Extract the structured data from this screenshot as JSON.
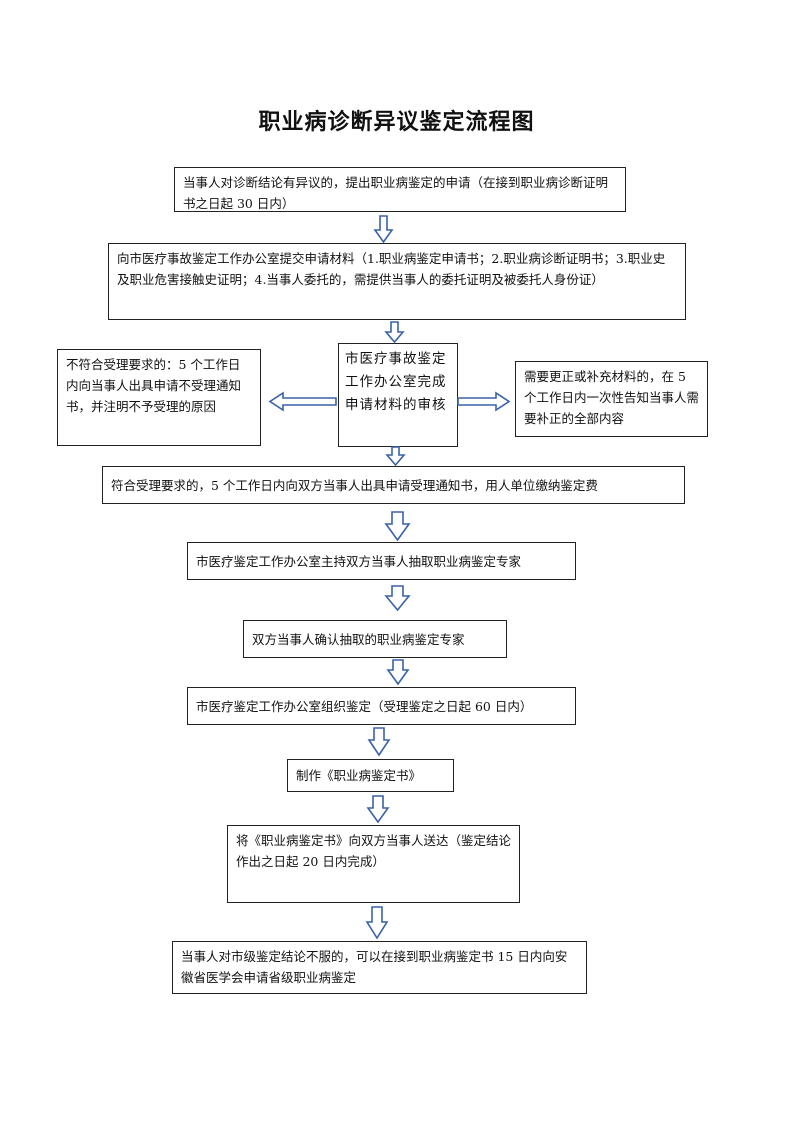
{
  "title": "职业病诊断异议鉴定流程图",
  "nodes": {
    "n1": "当事人对诊断结论有异议的，提出职业病鉴定的申请（在接到职业病诊断证明书之日起 30 日内）",
    "n2": "向市医疗事故鉴定工作办公室提交申请材料（1.职业病鉴定申请书；2.职业病诊断证明书；3.职业史及职业危害接触史证明；4.当事人委托的，需提供当事人的委托证明及被委托人身份证）",
    "n3": "市医疗事故鉴定工作办公室完成申请材料的审核",
    "n_left": "不符合受理要求的：5 个工作日内向当事人出具申请不受理通知书，并注明不予受理的原因",
    "n_right": "需要更正或补充材料的，在 5 个工作日内一次性告知当事人需要补正的全部内容",
    "n4": "符合受理要求的，5 个工作日内向双方当事人出具申请受理通知书，用人单位缴纳鉴定费",
    "n5": "市医疗鉴定工作办公室主持双方当事人抽取职业病鉴定专家",
    "n6": "双方当事人确认抽取的职业病鉴定专家",
    "n7": "市医疗鉴定工作办公室组织鉴定（受理鉴定之日起 60 日内）",
    "n8": "制作《职业病鉴定书》",
    "n9": "将《职业病鉴定书》向双方当事人送达（鉴定结论作出之日起 20 日内完成）",
    "n10": "当事人对市级鉴定结论不服的，可以在接到职业病鉴定书 15 日内向安徽省医学会申请省级职业病鉴定"
  },
  "colors": {
    "arrow_stroke": "#3a62a8",
    "box_border": "#222222"
  }
}
